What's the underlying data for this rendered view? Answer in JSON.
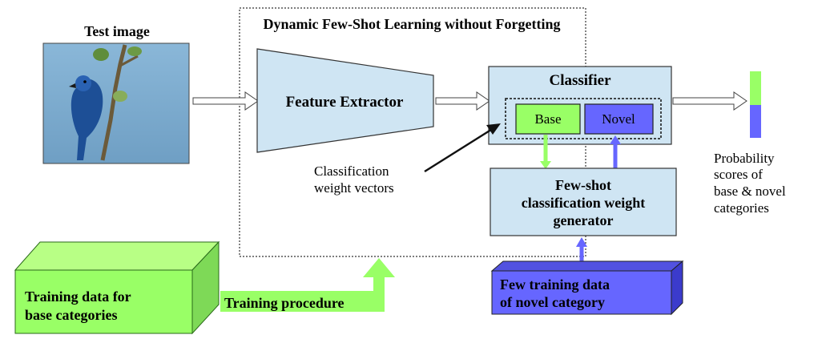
{
  "test_image": {
    "title": "Test image",
    "alt": "bird on a branch"
  },
  "framework": {
    "title": "Dynamic Few-Shot Learning without Forgetting"
  },
  "feature_extractor": {
    "label": "Feature Extractor"
  },
  "classifier": {
    "title": "Classifier",
    "base_label": "Base",
    "novel_label": "Novel"
  },
  "classification_weights": {
    "line1": "Classification",
    "line2": "weight vectors"
  },
  "generator": {
    "line1": "Few-shot",
    "line2": "classification weight",
    "line3": "generator"
  },
  "output": {
    "line1": "Probability",
    "line2": "scores of",
    "line3": "base & novel",
    "line4": "categories"
  },
  "base_training": {
    "line1": "Training data for",
    "line2": "base categories"
  },
  "training_procedure": {
    "label": "Training procedure"
  },
  "novel_training": {
    "line1": "Few training data",
    "line2": "of novel category"
  },
  "colors": {
    "light_blue": "#cfe5f3",
    "green": "#99ff66",
    "blue_purple": "#6666ff",
    "dark_purple": "#3b3bcc"
  }
}
